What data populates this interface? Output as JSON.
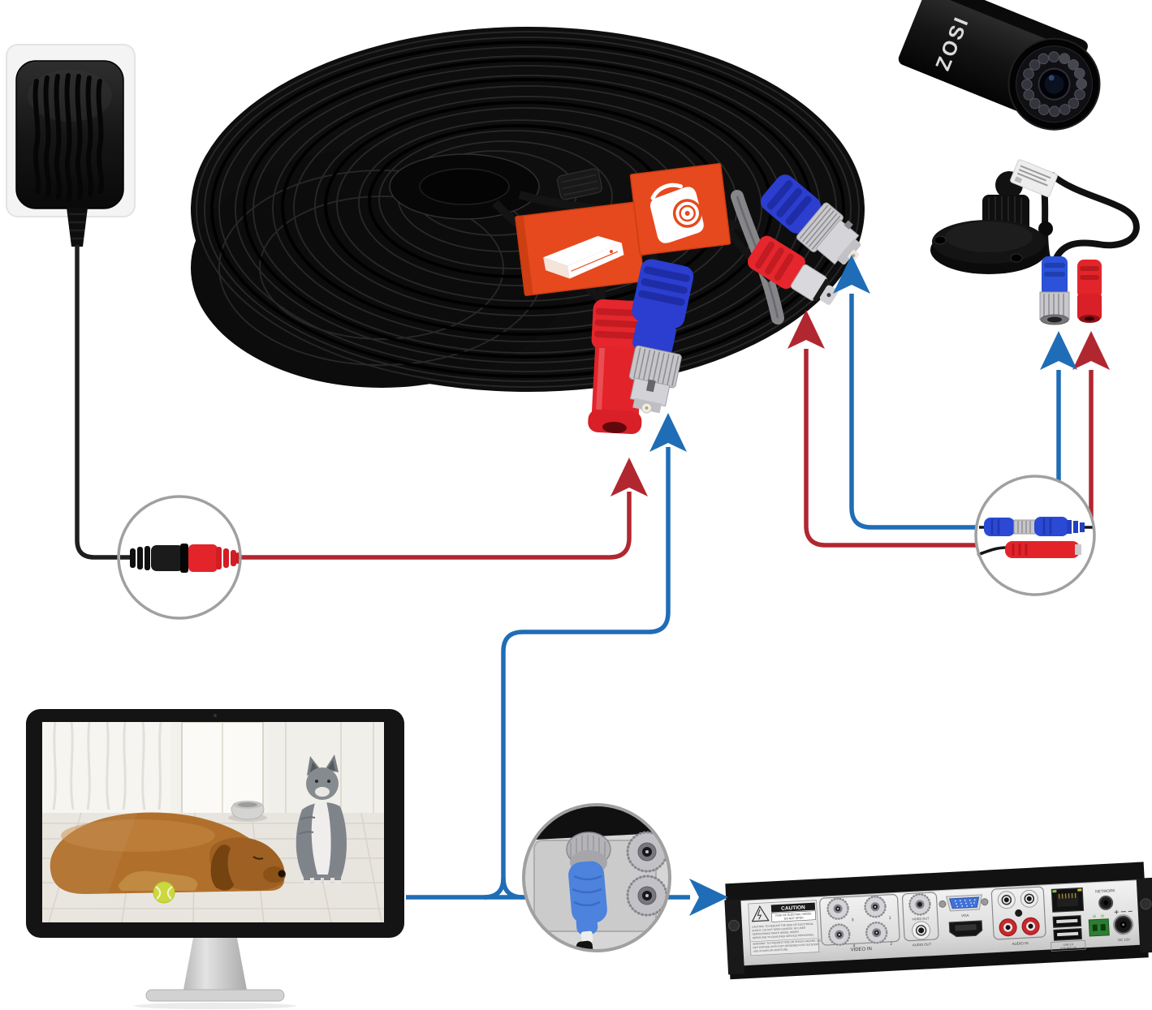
{
  "colors": {
    "background": "#ffffff",
    "arrow_red": "#b12730",
    "arrow_blue": "#1f6db6",
    "flag_orange": "#e6491d",
    "connector_red": "#e5262d",
    "connector_blue": "#2b3ecf",
    "zoom_circle_border": "#a0a0a0"
  },
  "icons": {
    "flag_dvr": "dvr-box-icon",
    "flag_camera": "camera-icon",
    "power": "power-adapter",
    "display": "monitor"
  },
  "camera": {
    "brand": "ZOSI"
  },
  "dvr": {
    "caution": {
      "title": "CAUTION",
      "sub1": "RISK OF ELECTRIC SHOCK",
      "sub2": "DO NOT OPEN",
      "lines": [
        "CAUTION: TO REDUCE THE RISK OF ELECTRICAL",
        "SHOCK, DO NOT OPEN COVERS. NO USER",
        "SERVICEABLE PARTS INSIDE. REFER",
        "SERVICING TO QUALIFIED SERVICE PERSONNEL.",
        "WARNING: TO PREVENT FIRE OR SHOCK HAZARD, DO",
        "NOT EXPOSE UNITS NOT DESIGNED FOR OUTDOOR",
        "USE IN RAIN OR MOISTURE."
      ]
    },
    "labels": {
      "video_in": "VIDEO IN",
      "video_out": "VIDEO OUT",
      "audio_out": "AUDIO OUT",
      "vga": "VGA",
      "audio_in": "AUDIO IN",
      "network": "NETWORK",
      "usb_line1": "USB 2.0",
      "usb_line2": "USB MOUSE",
      "dc_power": "DC 12V"
    },
    "video_in_numbers": [
      "3",
      "1",
      "4",
      "2"
    ]
  }
}
